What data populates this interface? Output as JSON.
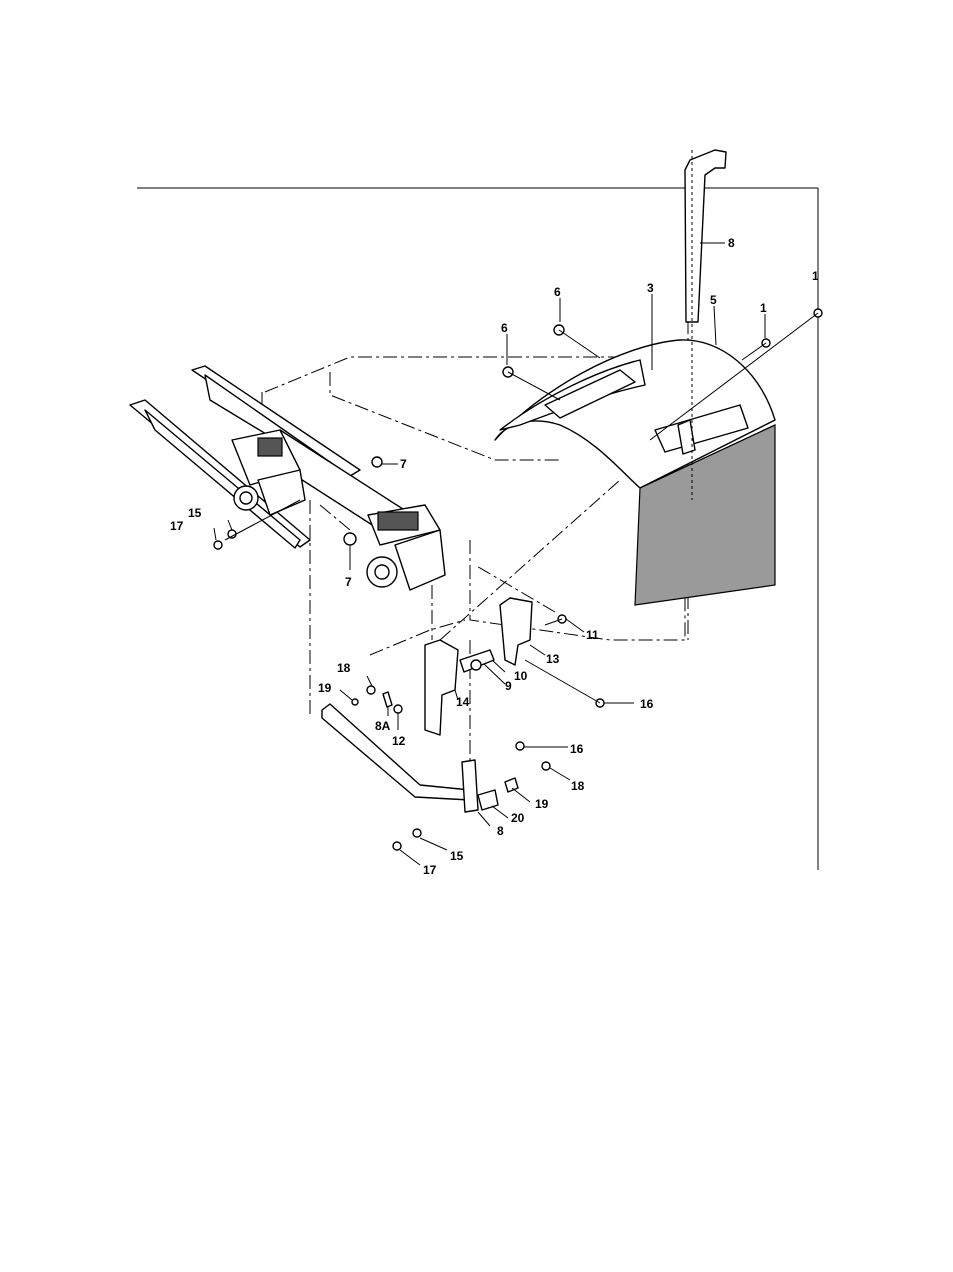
{
  "diagram": {
    "callouts": [
      {
        "id": "c1a",
        "text": "1"
      },
      {
        "id": "c1b",
        "text": "1"
      },
      {
        "id": "c3",
        "text": "3"
      },
      {
        "id": "c5",
        "text": "5"
      },
      {
        "id": "c6a",
        "text": "6"
      },
      {
        "id": "c6b",
        "text": "6"
      },
      {
        "id": "c7a",
        "text": "7"
      },
      {
        "id": "c7b",
        "text": "7"
      },
      {
        "id": "c8a",
        "text": "8"
      },
      {
        "id": "c8b",
        "text": "8"
      },
      {
        "id": "c8A",
        "text": "8A"
      },
      {
        "id": "c9",
        "text": "9"
      },
      {
        "id": "c10",
        "text": "10"
      },
      {
        "id": "c11",
        "text": "11"
      },
      {
        "id": "c12",
        "text": "12"
      },
      {
        "id": "c13",
        "text": "13"
      },
      {
        "id": "c14",
        "text": "14"
      },
      {
        "id": "c15a",
        "text": "15"
      },
      {
        "id": "c15b",
        "text": "15"
      },
      {
        "id": "c16a",
        "text": "16"
      },
      {
        "id": "c16b",
        "text": "16"
      },
      {
        "id": "c17a",
        "text": "17"
      },
      {
        "id": "c17b",
        "text": "17"
      },
      {
        "id": "c18a",
        "text": "18"
      },
      {
        "id": "c18b",
        "text": "18"
      },
      {
        "id": "c19a",
        "text": "19"
      },
      {
        "id": "c19b",
        "text": "19"
      },
      {
        "id": "c20",
        "text": "20"
      }
    ]
  }
}
